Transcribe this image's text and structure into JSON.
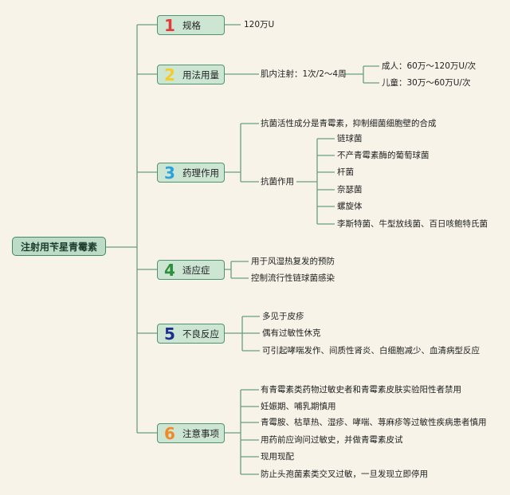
{
  "root": {
    "title": "注射用苄星青霉素"
  },
  "colors": {
    "n1": "#e23b3b",
    "n2": "#f2cc2a",
    "n3": "#2aa2dd",
    "n4": "#2c8f3c",
    "n5": "#1d2f8f",
    "n6": "#f08a25"
  },
  "branches": [
    {
      "num": "1",
      "label": "规格",
      "items": [
        "120万U"
      ]
    },
    {
      "num": "2",
      "label": "用法用量",
      "text": "肌内注射：1次/2～4周",
      "sub": [
        "成人：60万～120万U/次",
        "儿童：30万～60万U/次"
      ]
    },
    {
      "num": "3",
      "label": "药理作用",
      "items": [
        "抗菌活性成分是青霉素，抑制细菌细胞壁的合成",
        "抗菌作用"
      ],
      "sub": [
        "链球菌",
        "不产青霉素酶的葡萄球菌",
        "杆菌",
        "奈瑟菌",
        "螺旋体",
        "李斯特菌、牛型放线菌、百日咳鲍特氏菌"
      ]
    },
    {
      "num": "4",
      "label": "适应症",
      "items": [
        "用于风湿热复发的预防",
        "控制流行性链球菌感染"
      ]
    },
    {
      "num": "5",
      "label": "不良反应",
      "items": [
        "多见于皮疹",
        "偶有过敏性休克",
        "可引起哮喘发作、间质性肾炎、白细胞减少、血清病型反应"
      ]
    },
    {
      "num": "6",
      "label": "注意事项",
      "items": [
        "有青霉素类药物过敏史者和青霉素皮肤实验阳性者禁用",
        "妊娠期、哺乳期慎用",
        "青霉胺、枯草热、湿疹、哮喘、荨麻疹等过敏性疾病患者慎用",
        "用药前应询问过敏史，并做青霉素皮试",
        "现用现配",
        "防止头孢菌素类交叉过敏，一旦发现立即停用"
      ]
    }
  ]
}
